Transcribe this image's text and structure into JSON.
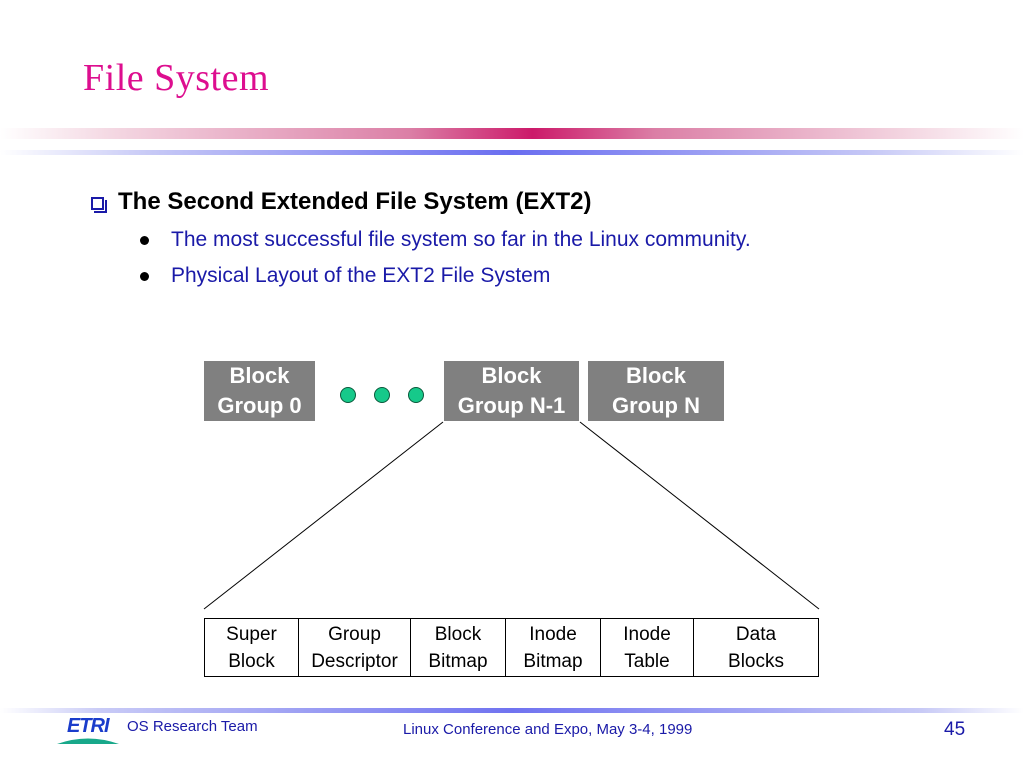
{
  "slide": {
    "title": "File System",
    "bullet_main": "The Second Extended File System (EXT2)",
    "sub_bullets": [
      "The most successful file system so far in the Linux community.",
      "Physical Layout of the EXT2 File System"
    ]
  },
  "diagram": {
    "groups": [
      {
        "line1": "Block",
        "line2": "Group 0"
      },
      {
        "line1": "Block",
        "line2": "Group N-1"
      },
      {
        "line1": "Block",
        "line2": "Group N"
      }
    ],
    "ellipsis_color": "#16c98a",
    "group_color": "#808080",
    "detail_cells": [
      {
        "line1": "Super",
        "line2": "Block"
      },
      {
        "line1": "Group",
        "line2": "Descriptor"
      },
      {
        "line1": "Block",
        "line2": "Bitmap"
      },
      {
        "line1": "Inode",
        "line2": "Bitmap"
      },
      {
        "line1": "Inode",
        "line2": "Table"
      },
      {
        "line1": "Data",
        "line2": "Blocks"
      }
    ]
  },
  "footer": {
    "logo_text": "ETRI",
    "team": "OS Research Team",
    "event": "Linux Conference and Expo, May 3-4, 1999",
    "page_number": "45"
  },
  "colors": {
    "title": "#dd0e8f",
    "text_blue": "#1a1aa8"
  }
}
